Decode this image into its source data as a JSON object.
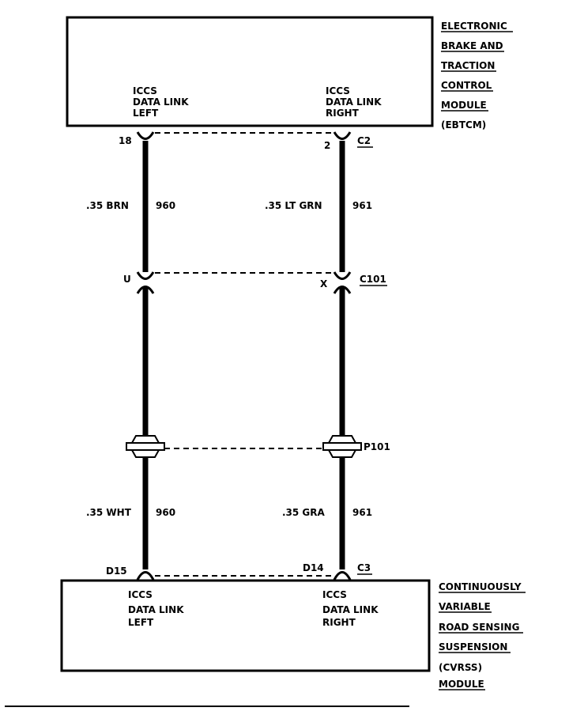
{
  "ebtcm": {
    "name_lines": [
      "ELECTRONIC",
      "BRAKE AND",
      "TRACTION",
      "CONTROL",
      "MODULE",
      "(EBTCM)"
    ],
    "left_terminal": [
      "ICCS",
      "DATA LINK",
      "LEFT"
    ],
    "right_terminal": [
      "ICCS",
      "DATA LINK",
      "RIGHT"
    ],
    "left_pin": "18",
    "right_pin": "2",
    "connector": "C2"
  },
  "connector_c101": {
    "left_pin": "U",
    "right_pin": "X",
    "name": "C101"
  },
  "pass_through_p101": {
    "name": "P101"
  },
  "wires_upper": {
    "left_gauge_color": ".35 BRN",
    "left_circuit": "960",
    "right_gauge_color": ".35 LT GRN",
    "right_circuit": "961"
  },
  "wires_lower": {
    "left_gauge_color": ".35 WHT",
    "left_circuit": "960",
    "right_gauge_color": ".35 GRA",
    "right_circuit": "961"
  },
  "cvrss": {
    "name_lines": [
      "CONTINUOUSLY",
      "VARIABLE",
      "ROAD SENSING",
      "SUSPENSION",
      "(CVRSS)",
      "MODULE"
    ],
    "left_terminal": [
      "ICCS",
      "DATA LINK",
      "LEFT"
    ],
    "right_terminal": [
      "ICCS",
      "DATA LINK",
      "RIGHT"
    ],
    "left_pin": "D15",
    "right_pin": "D14",
    "connector": "C3"
  }
}
